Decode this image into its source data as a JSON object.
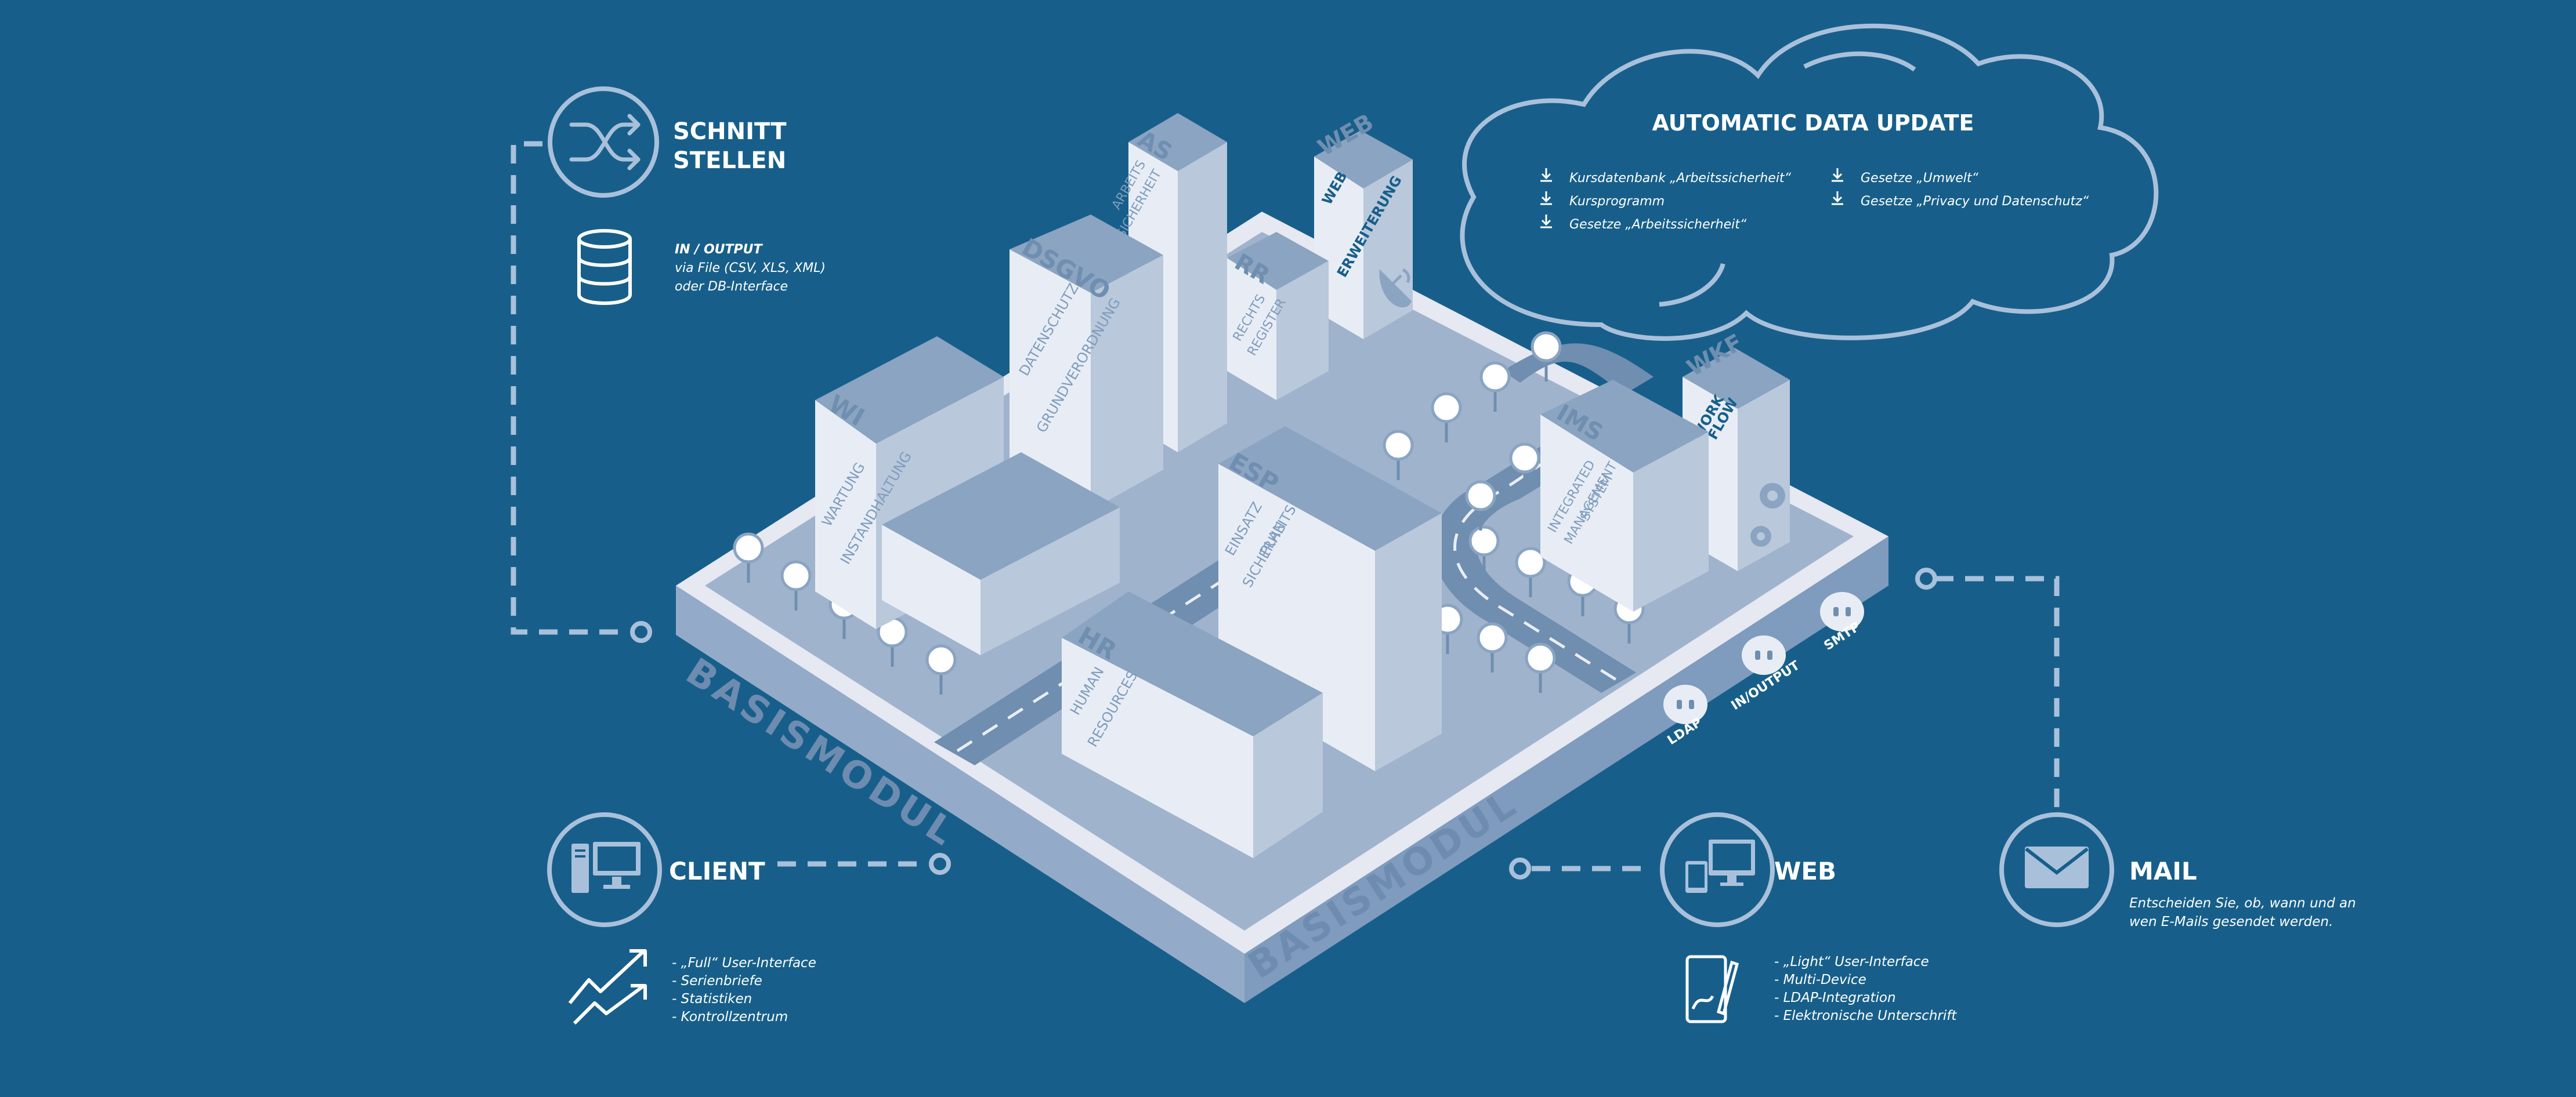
{
  "schnittstellen": {
    "title_line1": "SCHNITT",
    "title_line2": "STELLEN",
    "io_title": "IN / OUTPUT",
    "io_line1": "via File (CSV, XLS, XML)",
    "io_line2": "oder DB-Interface"
  },
  "cloud": {
    "title": "AUTOMATIC DATA UPDATE",
    "items_left": [
      "Kursdatenbank „Arbeitssicherheit“",
      "Kursprogramm",
      "Gesetze „Arbeitssicherheit“"
    ],
    "items_right": [
      "Gesetze „Umwelt“",
      "Gesetze „Privacy und Datenschutz“"
    ]
  },
  "client": {
    "title": "CLIENT",
    "features": [
      "- „Full“ User-Interface",
      "- Serienbriefe",
      "- Statistiken",
      "- Kontrollzentrum"
    ]
  },
  "web": {
    "title": "WEB",
    "features": [
      "- „Light“ User-Interface",
      "- Multi-Device",
      "- LDAP-Integration",
      "- Elektronische Unterschrift"
    ]
  },
  "mail": {
    "title": "MAIL",
    "desc_line1": "Entscheiden Sie, ob, wann und an",
    "desc_line2": "wen E-Mails gesendet werden."
  },
  "platform": {
    "label": "BASISMODUL"
  },
  "ports": {
    "ldap": "LDAP",
    "io": "IN/OUTPUT",
    "smtp": "SMTP"
  },
  "buildings": {
    "wi": {
      "code": "WI",
      "line1": "WARTUNG",
      "line2": "INSTANDHALTUNG"
    },
    "dsgvo": {
      "code": "DSGVO",
      "line1": "DATENSCHUTZ",
      "line2": "GRUNDVERORDNUNG"
    },
    "as": {
      "code": "AS",
      "line1": "ARBEITS",
      "line2": "SICHERHEIT"
    },
    "rr": {
      "code": "RR",
      "line1": "RECHTS",
      "line2": "REGISTER"
    },
    "web": {
      "code": "WEB",
      "line1": "WEB",
      "line2": "ERWEITERUNG"
    },
    "ims": {
      "code": "IMS",
      "line1": "INTEGRATED",
      "line2": "MANAGEMENT",
      "line3": "SYSTEM"
    },
    "wkf": {
      "code": "WKF",
      "line1": "WORK",
      "line2": "FLOW"
    },
    "esp": {
      "code": "ESP",
      "line1": "EINSATZ",
      "line2": "SICHERHEITS",
      "line3": "PLAN"
    },
    "hr": {
      "code": "HR",
      "line1": "HUMAN",
      "line2": "RESOURCES"
    }
  },
  "colors": {
    "background": "#175f8a",
    "line": "#a9c0db",
    "building_front": "#e8edf5",
    "building_side": "#b9c8db",
    "building_top": "#8aa4c2",
    "platform_top": "#9fb3cc"
  }
}
